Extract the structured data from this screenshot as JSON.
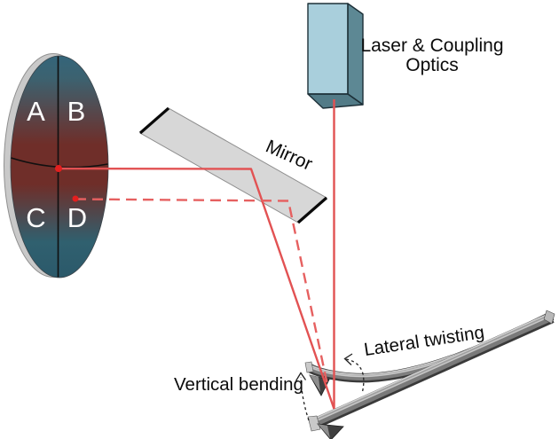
{
  "diagram": {
    "detector": {
      "quadrant_a": "A",
      "quadrant_b": "B",
      "quadrant_c": "C",
      "quadrant_d": "D",
      "face_top_color": "#34657a",
      "face_mid_color": "#6f2e29",
      "face_bottom_color": "#2b596a",
      "rim_color": "#c9c9c9",
      "spot_color": "#e31f1f"
    },
    "laser_box": {
      "label_line1": "Laser & Coupling",
      "label_line2": "Optics",
      "front_color": "#a9cfdc",
      "side_color": "#5d8894",
      "bottom_color": "#527b87",
      "outline_color": "#1d3038"
    },
    "mirror": {
      "label": "Mirror",
      "fill_color": "#d7d7d7"
    },
    "cantilever": {
      "lateral_twisting_label": "Lateral twisting",
      "vertical_bending_label": "Vertical bending",
      "body_color": "#8a8a8a"
    },
    "beams": {
      "solid_color": "#e25253",
      "dashed_color": "#e66060"
    }
  }
}
